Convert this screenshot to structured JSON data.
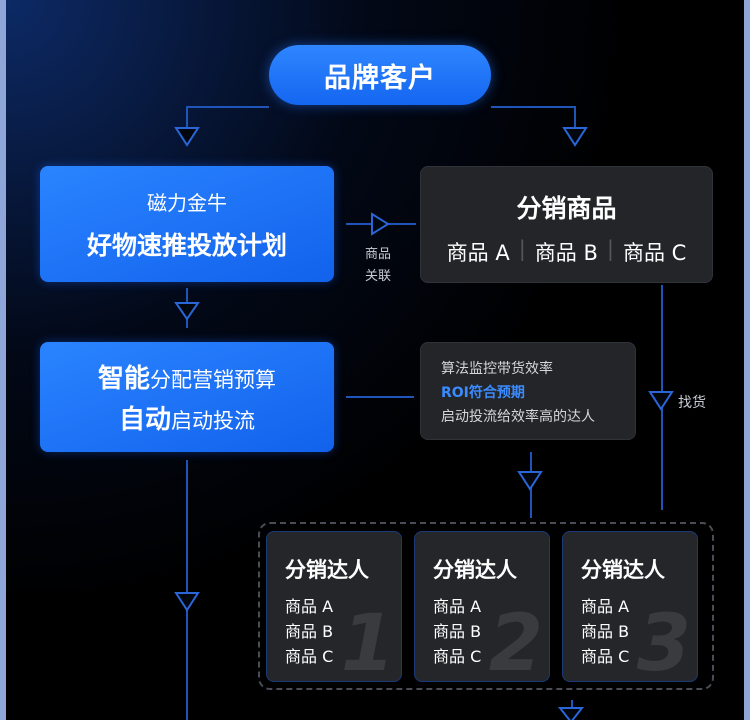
{
  "brand_client": "品牌客户",
  "plan_box": {
    "line1": "磁力金牛",
    "line2": "好物速推投放计划"
  },
  "product_link_label": {
    "line1": "商品",
    "line2": "关联"
  },
  "distribution_products": {
    "title": "分销商品",
    "items": [
      "商品 A",
      "商品 B",
      "商品 C"
    ]
  },
  "budget_box": {
    "line1_bold": "智能",
    "line1_rest": "分配营销预算",
    "line2_bold": "自动",
    "line2_rest": "启动投流"
  },
  "monitor_box": {
    "line1": "算法监控带货效率",
    "line2": "ROI符合预期",
    "line3": "启动投流给效率高的达人"
  },
  "find_goods_label": "找货",
  "influencers": [
    {
      "title": "分销达人",
      "items": [
        "商品 A",
        "商品 B",
        "商品 C"
      ],
      "number": "1"
    },
    {
      "title": "分销达人",
      "items": [
        "商品 A",
        "商品 B",
        "商品 C"
      ],
      "number": "2"
    },
    {
      "title": "分销达人",
      "items": [
        "商品 A",
        "商品 B",
        "商品 C"
      ],
      "number": "3"
    }
  ],
  "colors": {
    "accent": "#1a6cf5",
    "line": "#1f55b8",
    "roi": "#3a8bff"
  }
}
